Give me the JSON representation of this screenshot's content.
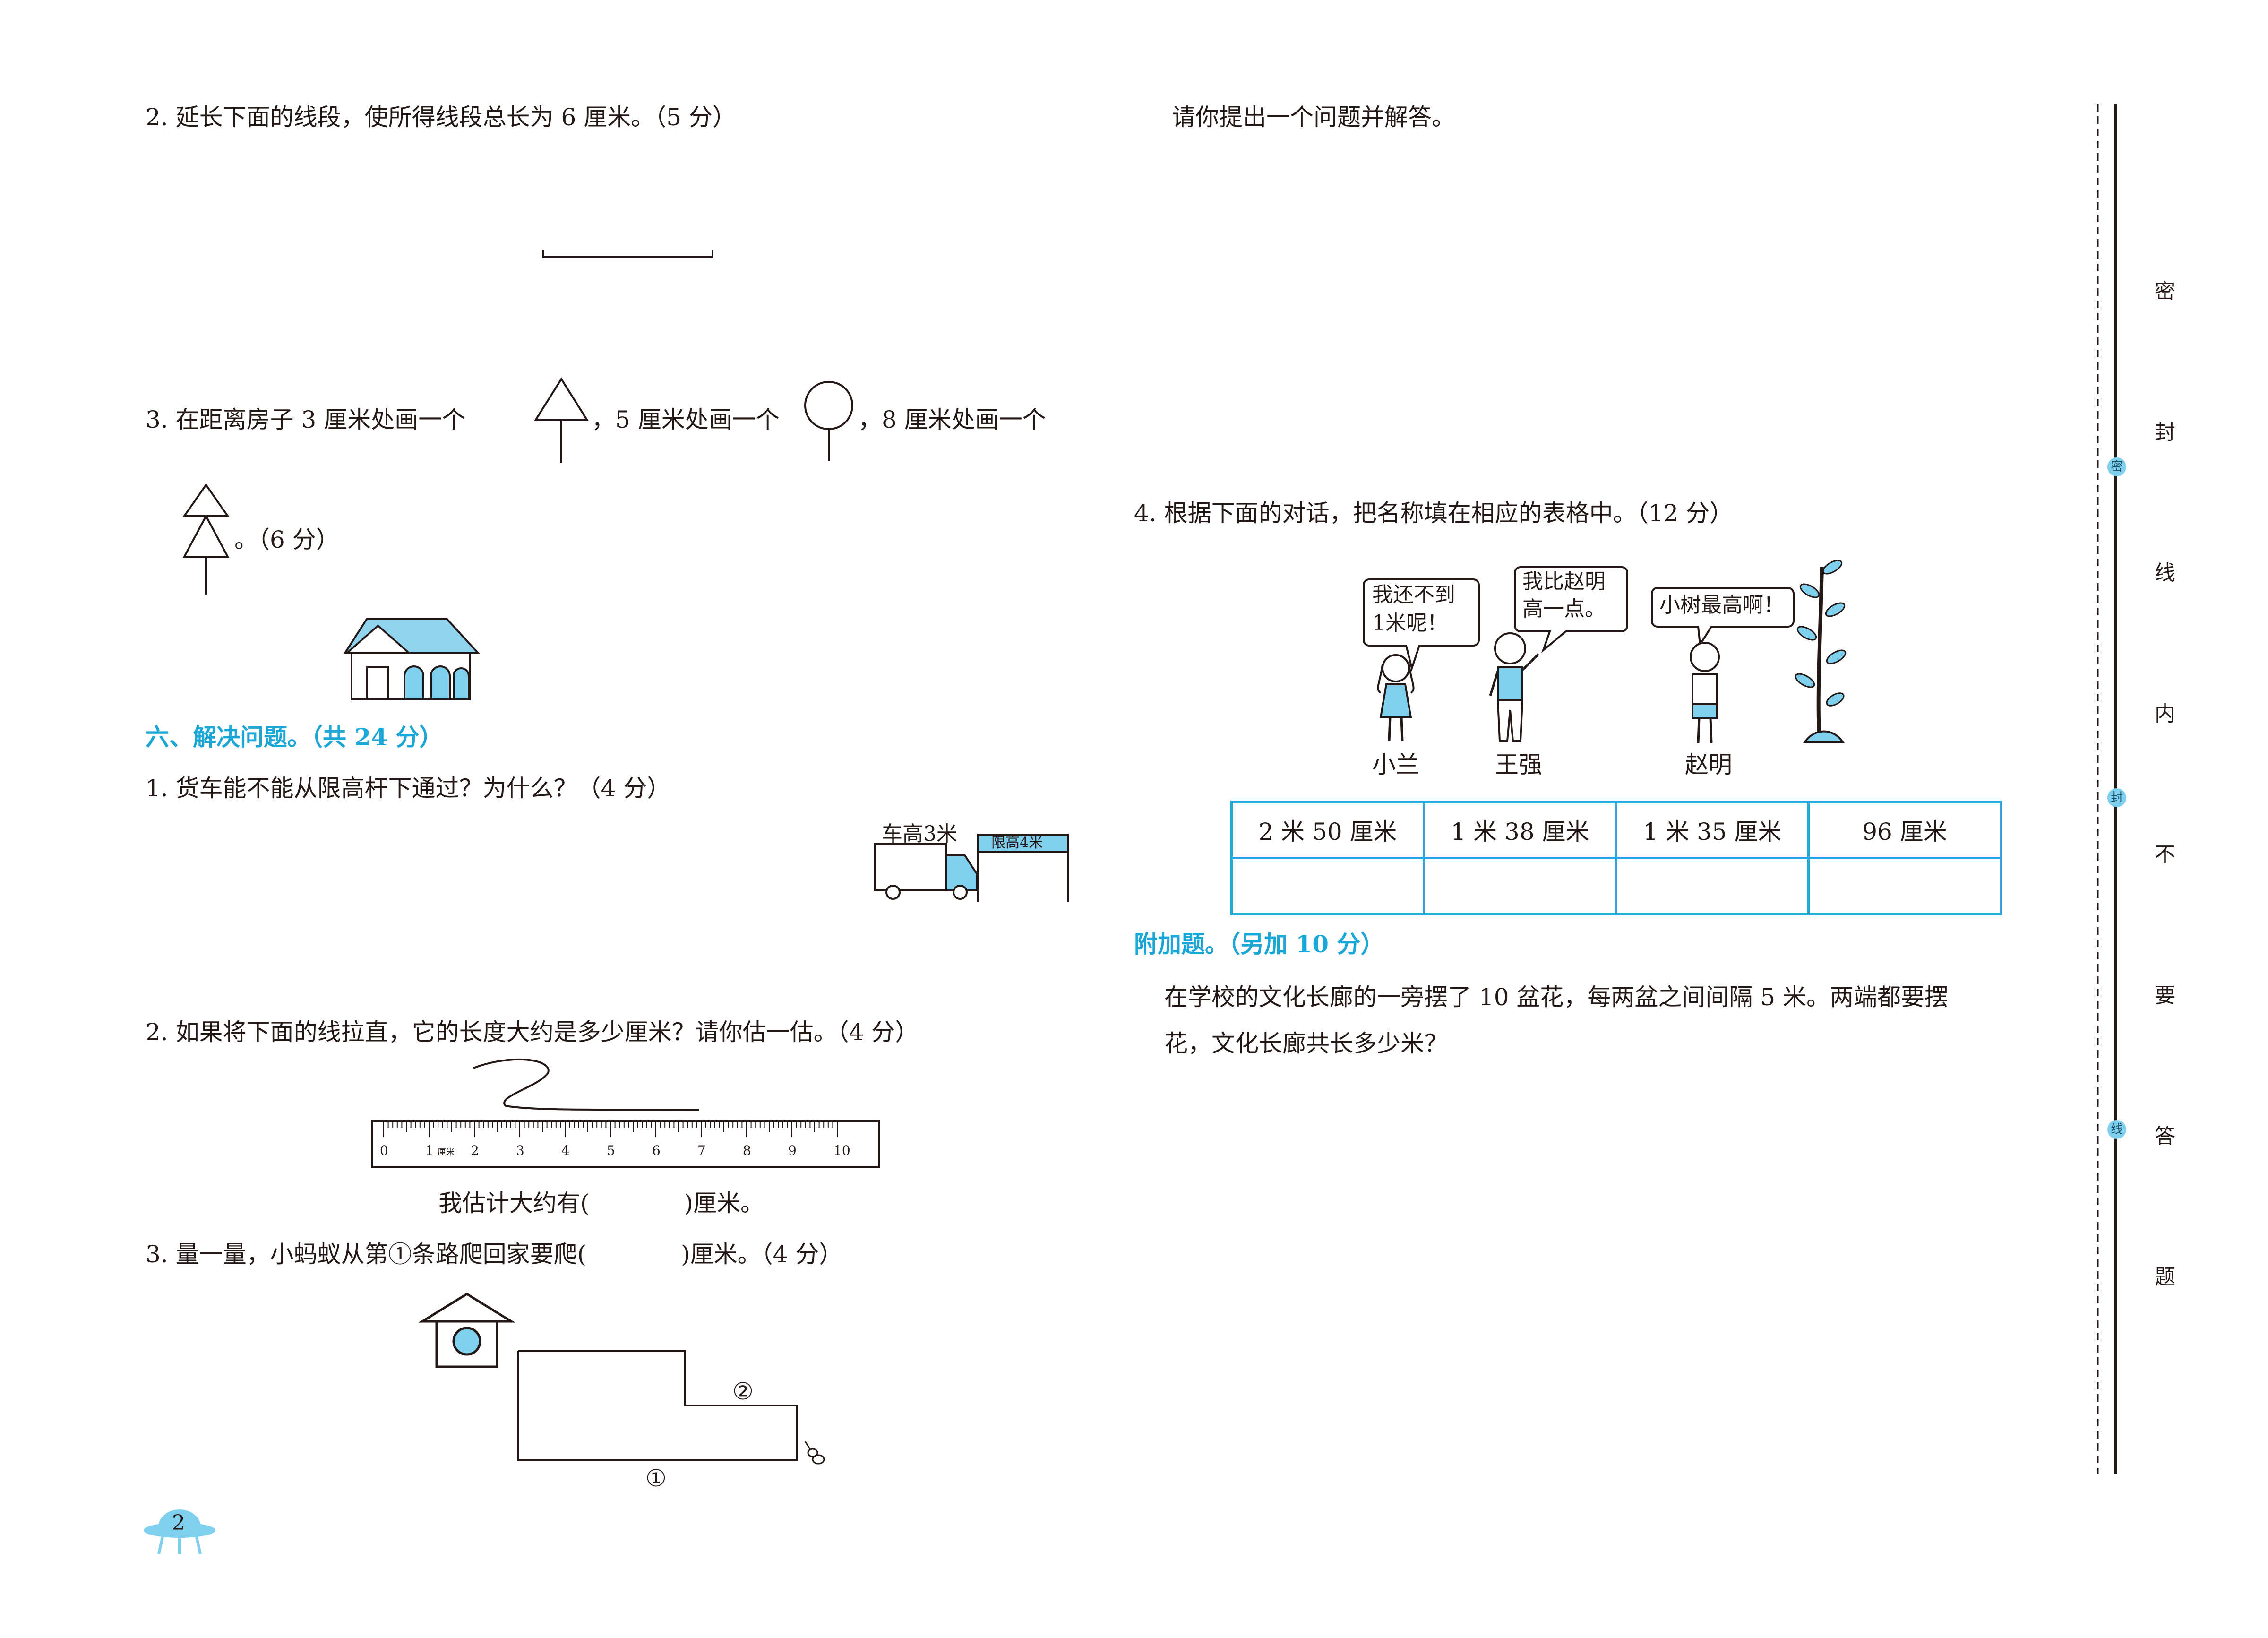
{
  "left": {
    "q2": "2. 延长下面的线段，使所得线段总长为 6 厘米。（5 分）",
    "q3_a": "3. 在距离房子 3 厘米处画一个",
    "q3_b": "，5 厘米处画一个",
    "q3_c": "，8 厘米处画一个",
    "q3_end": "。（6 分）",
    "section6": "六、解决问题。（共 24 分）",
    "p1": "1. 货车能不能从限高杆下通过？为什么？（4 分）",
    "truck_label": "车高3米",
    "limit_label": "限高4米",
    "p2": "2. 如果将下面的线拉直，它的长度大约是多少厘米？请你估一估。（4 分）",
    "ruler_ticks": [
      "0",
      "1",
      "2",
      "3",
      "4",
      "5",
      "6",
      "7",
      "8",
      "9",
      "10"
    ],
    "ruler_unit": "厘米",
    "estimate": "我估计大约有(　　　　)厘米。",
    "p3": "3. 量一量，小蚂蚁从第①条路爬回家要爬(　　　　)厘米。（4 分）",
    "path1": "①",
    "path2": "②",
    "page_no": "2"
  },
  "right": {
    "ask": "请你提出一个问题并解答。",
    "q4": "4. 根据下面的对话，把名称填在相应的表格中。（12 分）",
    "bubble1": [
      "我还不到",
      "1米呢！"
    ],
    "bubble2": [
      "我比赵明",
      "高一点。"
    ],
    "bubble3": "小树最高啊！",
    "names": [
      "小兰",
      "王强",
      "赵明"
    ],
    "table": [
      "2 米 50 厘米",
      "1 米 38 厘米",
      "1 米 35 厘米",
      "96 厘米"
    ],
    "bonus_title": "附加题。（另加 10 分）",
    "bonus_1": "在学校的文化长廊的一旁摆了 10 盆花，每两盆之间间隔 5 米。两端都要摆",
    "bonus_2": "花，文化长廊共长多少米？"
  },
  "margin": {
    "chars": [
      "密",
      "封",
      "线",
      "内",
      "不",
      "要",
      "答",
      "题"
    ],
    "badges": [
      "密",
      "封",
      "线"
    ]
  },
  "colors": {
    "accent": "#1aa6d6",
    "light_blue": "#7fd0ef",
    "ink": "#231815"
  }
}
